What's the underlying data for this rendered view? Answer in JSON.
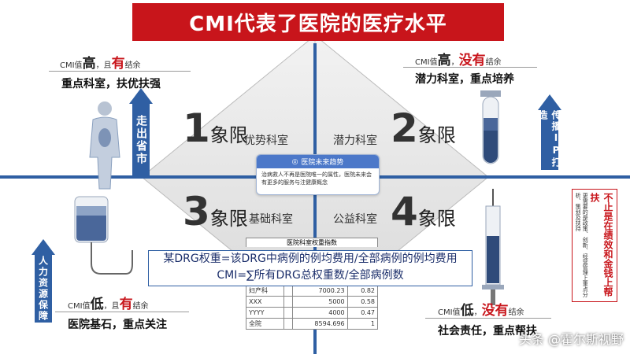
{
  "title": "CMI代表了医院的医疗水平",
  "quadrants": [
    {
      "num": "1",
      "word": "象限",
      "dept": "优势科室"
    },
    {
      "num": "2",
      "word": "象限",
      "dept": "潜力科室"
    },
    {
      "num": "3",
      "word": "象限",
      "dept": "基础科室"
    },
    {
      "num": "4",
      "word": "象限",
      "dept": "公益科室"
    }
  ],
  "corners": {
    "top_left": {
      "prefix": "CMI值",
      "level": "高",
      "mid": "，且",
      "have": "有",
      "suffix": "结余",
      "main": "重点科室，扶优扶强"
    },
    "top_right": {
      "prefix": "CMI值",
      "level": "高",
      "mid": "，",
      "have": "没有",
      "suffix": "结余",
      "main": "潜力科室，重点培养"
    },
    "bottom_left": {
      "prefix": "CMI值",
      "level": "低",
      "mid": "，且",
      "have": "有",
      "suffix": "结余",
      "main": "医院基石，重点关注"
    },
    "bottom_right": {
      "prefix": "CMI值",
      "level": "低",
      "mid": "，",
      "have": "没有",
      "suffix": "结余",
      "main": "社会责任，重点帮扶"
    }
  },
  "arrows": {
    "top_left": "走出省市",
    "top_right": "传播IP打造",
    "bottom_left": "人力资源保障"
  },
  "callout": {
    "head": "医院未来趋势",
    "body": "治病救人不再是医院唯一的属性，医院未来会有更多的服务与注健康概念"
  },
  "formula": {
    "line1": "某DRG权重=该DRG中病例的例均费用/全部病例的例均费用",
    "line2": "CMI=∑所有DRG总权重数/全部病例数"
  },
  "table": {
    "title": "医院科室权重指数",
    "rows": [
      [
        "妇产科",
        "",
        "7000.23",
        "0.82"
      ],
      [
        "XXX",
        "",
        "5000",
        "0.58"
      ],
      [
        "YYYY",
        "",
        "4000",
        "0.47"
      ],
      [
        "全院",
        "",
        "8594.696",
        "1"
      ]
    ]
  },
  "red_note": {
    "title": "不止是在绩效和金钱上帮扶",
    "body": "更需要的是政策、创新、经营管理上重点分析、策划及扶持"
  },
  "watermark": "头条 @霍尔斯视野",
  "colors": {
    "accent_red": "#c8151b",
    "accent_blue": "#2f5fa3"
  }
}
